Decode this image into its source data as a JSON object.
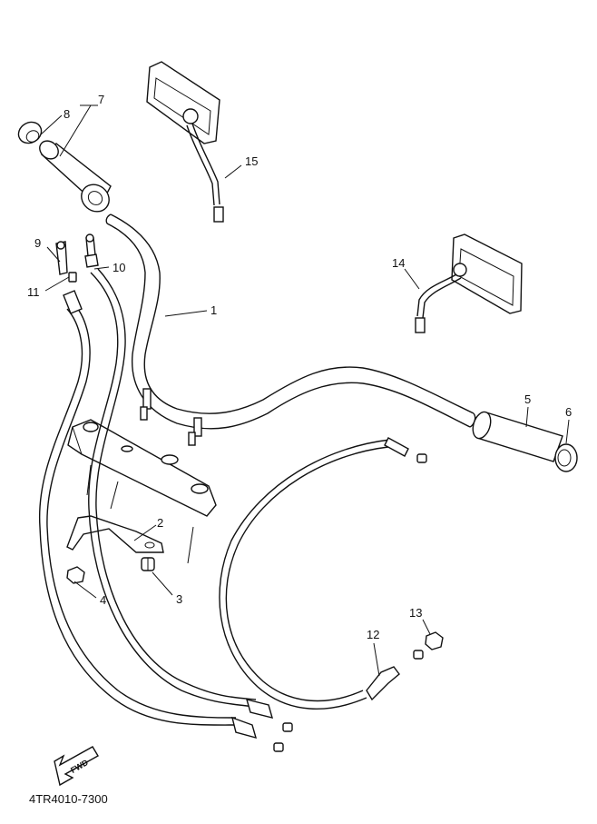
{
  "diagram": {
    "part_code": "4TR4010-7300",
    "fwd_label": "FWD",
    "callouts": {
      "n1": "1",
      "n2": "2",
      "n3": "3",
      "n4": "4",
      "n5": "5",
      "n6": "6",
      "n7": "7",
      "n8": "8",
      "n9": "9",
      "n10": "10",
      "n11": "11",
      "n12": "12",
      "n13": "13",
      "n14": "14",
      "n15": "15"
    }
  }
}
